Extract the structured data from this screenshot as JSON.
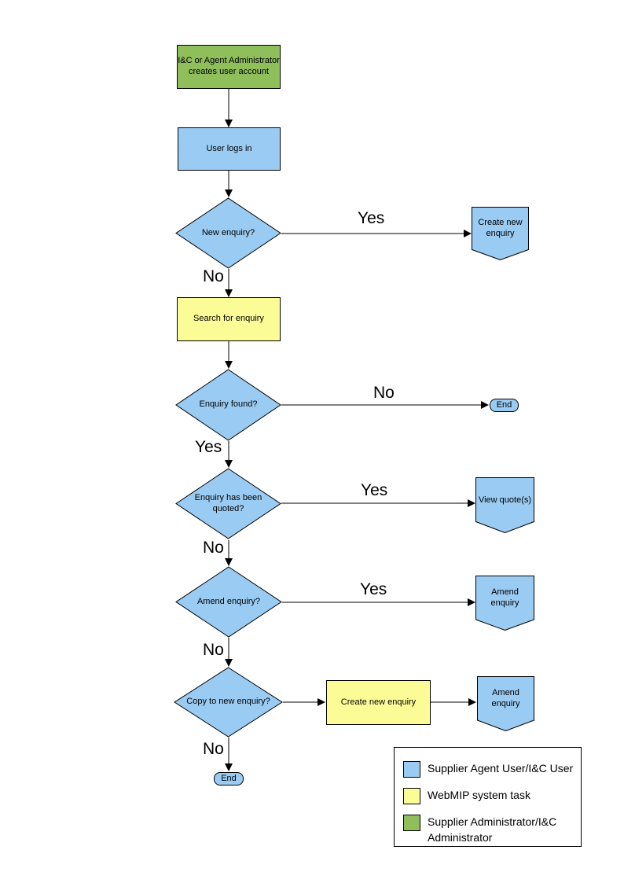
{
  "nodes": {
    "create_account": {
      "label": "I&C or Agent Administrator creates user account"
    },
    "user_login": {
      "label": "User logs in"
    },
    "new_enquiry_q": {
      "label": "New enquiry?"
    },
    "create_new_enquiry_pent": {
      "label": "Create new enquiry"
    },
    "search_enquiry": {
      "label": "Search for enquiry"
    },
    "enquiry_found_q": {
      "label": "Enquiry found?"
    },
    "end_1": {
      "label": "End"
    },
    "enquiry_quoted_q": {
      "label": "Enquiry has been quoted?"
    },
    "view_quotes": {
      "label": "View quote(s)"
    },
    "amend_enquiry_q": {
      "label": "Amend enquiry?"
    },
    "amend_enquiry_pent_1": {
      "label": "Amend enquiry"
    },
    "copy_to_new_q": {
      "label": "Copy to new enquiry?"
    },
    "create_new_enquiry_box": {
      "label": "Create new enquiry"
    },
    "amend_enquiry_pent_2": {
      "label": "Amend enquiry"
    },
    "end_2": {
      "label": "End"
    }
  },
  "edge_labels": {
    "yes_new_enquiry": "Yes",
    "no_new_enquiry": "No",
    "no_enquiry_found": "No",
    "yes_enquiry_found": "Yes",
    "yes_quoted": "Yes",
    "no_quoted": "No",
    "yes_amend": "Yes",
    "no_amend": "No",
    "no_copy": "No"
  },
  "legend": {
    "items": [
      {
        "label": "Supplier Agent User/I&C User",
        "color": "#9ACBF2"
      },
      {
        "label": "WebMIP system task",
        "color": "#FCFC96"
      },
      {
        "label": "Supplier Administrator/I&C Administrator",
        "color": "#8FBF5A"
      }
    ]
  },
  "colors": {
    "user_shape": "#9ACBF2",
    "system_shape": "#FCFC96",
    "admin_shape": "#8FBF5A",
    "connector": "#000000"
  }
}
